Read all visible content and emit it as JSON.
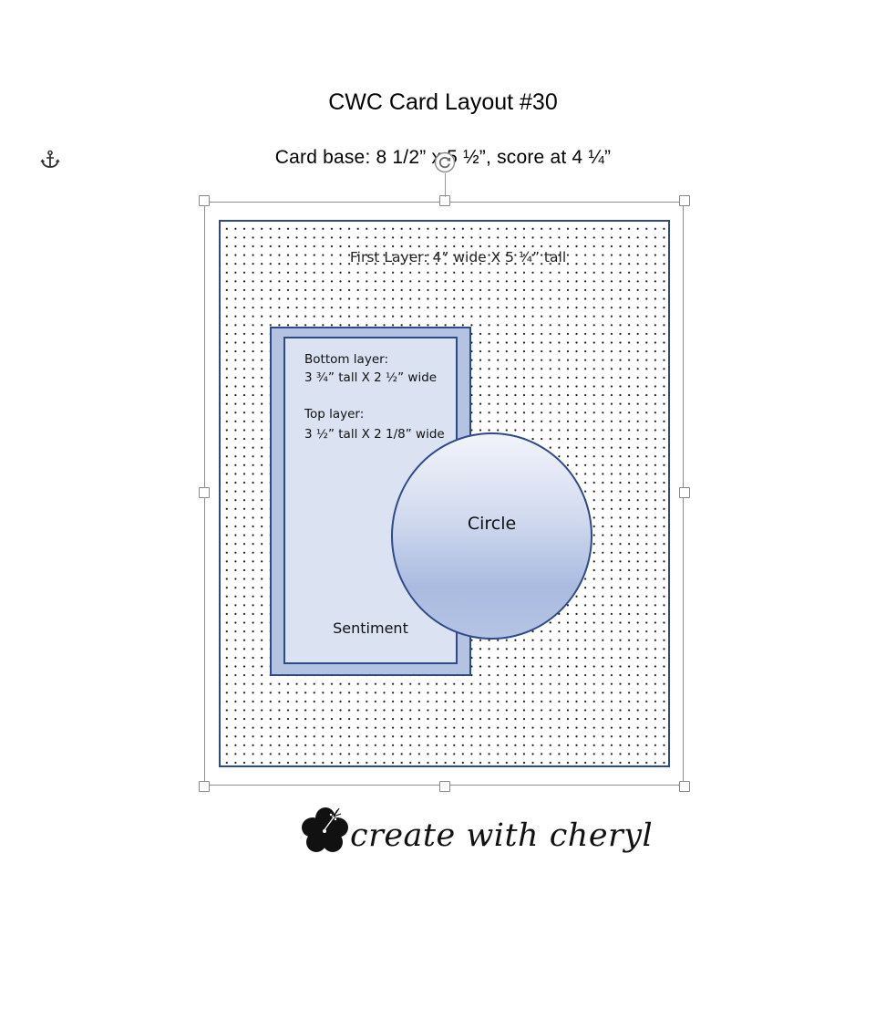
{
  "document": {
    "title": "CWC Card Layout #30",
    "subtitle": "Card base:  8 1/2” x 5 ½”, score at 4 ¼”"
  },
  "layout": {
    "first_layer_label": "First Layer: 4” wide X 5 ¼” tall",
    "bottom_layer_heading": "Bottom layer:",
    "bottom_layer_size": "3 ¾” tall X 2 ½” wide",
    "top_layer_heading": "Top layer:",
    "top_layer_size": "3 ½” tall X 2 1/8” wide",
    "circle_label": "Circle",
    "sentiment_label": "Sentiment"
  },
  "logo": {
    "text": "create with cheryl"
  },
  "icons": {
    "anchor": "anchor-icon",
    "rotate": "rotate-handle-icon",
    "logo": "hibiscus-icon"
  },
  "colors": {
    "shape_border": "#2f4a8a",
    "bottom_layer_fill": "#b4c3e2",
    "top_layer_fill": "#dbe2f1",
    "selection_frame": "#8f8f8f"
  }
}
